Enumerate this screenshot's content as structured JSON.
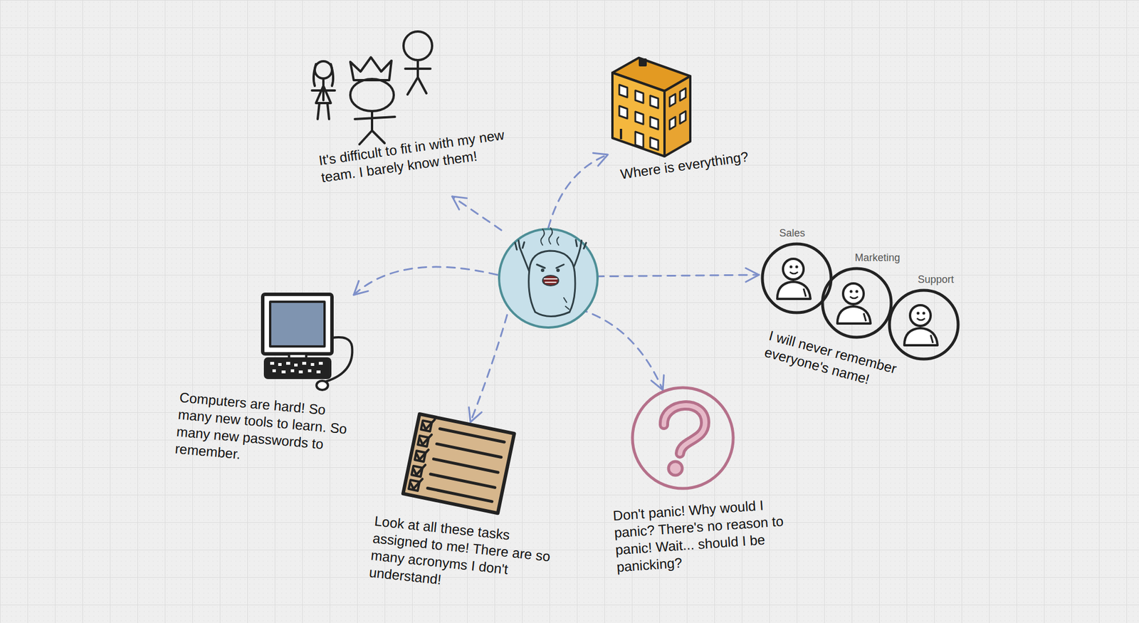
{
  "diagram": {
    "nodes": [
      {
        "text": [
          "Sales"
        ]
      },
      {
        "text": [
          "Marketing"
        ]
      },
      {
        "text": [
          "Support"
        ]
      }
    ],
    "labels": [
      "It's difficult to fit in with my new team. I barely know them!",
      "Where is everything?",
      "I will never remember everyone's name!",
      "Computers are hard! So many new tools to learn. So many new passwords to remember.",
      "Don't panic! Why would I panic? There's no reason to panic! Wait... should I be panicking?",
      "Look at all these tasks assigned to me! There are so many acronyms I don't understand!"
    ]
  }
}
